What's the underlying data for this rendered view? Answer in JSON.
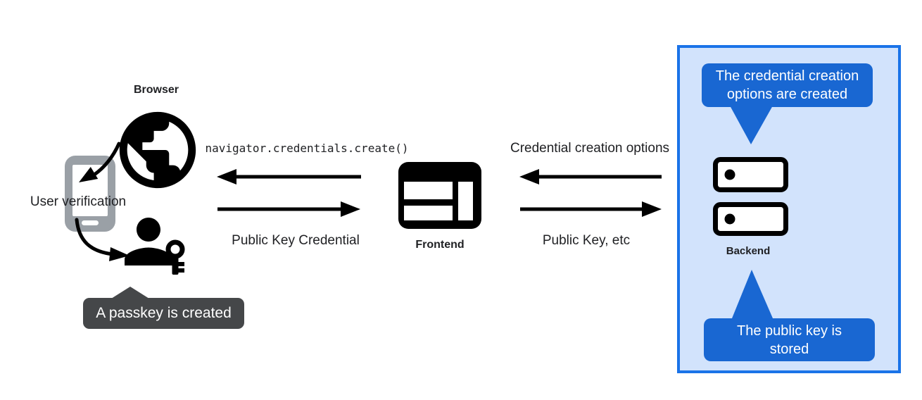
{
  "colors": {
    "bubble_blue": "#1967d2",
    "box_border_blue": "#1a73e8",
    "box_fill_blue": "#d2e3fc",
    "tooltip_gray": "#454749",
    "device_gray": "#9aa0a6",
    "ink": "#202124"
  },
  "browser": {
    "label": "Browser"
  },
  "device": {
    "label": "User verification"
  },
  "passkey_tooltip": {
    "text": "A passkey is created"
  },
  "frontend": {
    "label": "Frontend"
  },
  "backend": {
    "label": "Backend"
  },
  "messages": {
    "create_call": "navigator.credentials.create()",
    "public_key_credential": "Public Key Credential",
    "credential_creation_options": "Credential creation options",
    "public_key_etc": "Public Key, etc"
  },
  "backend_notes": {
    "top": {
      "full": "The credential creation options are created",
      "lines": [
        "The credential creation",
        "options are created"
      ]
    },
    "bottom": {
      "full": "The public key is stored",
      "lines": [
        "The public key is",
        "stored"
      ]
    }
  },
  "icons": {
    "browser": "globe-icon",
    "device": "smartphone-icon",
    "user": "person-key-icon",
    "frontend": "browser-window-icon",
    "backend": "server-stack-icon"
  }
}
